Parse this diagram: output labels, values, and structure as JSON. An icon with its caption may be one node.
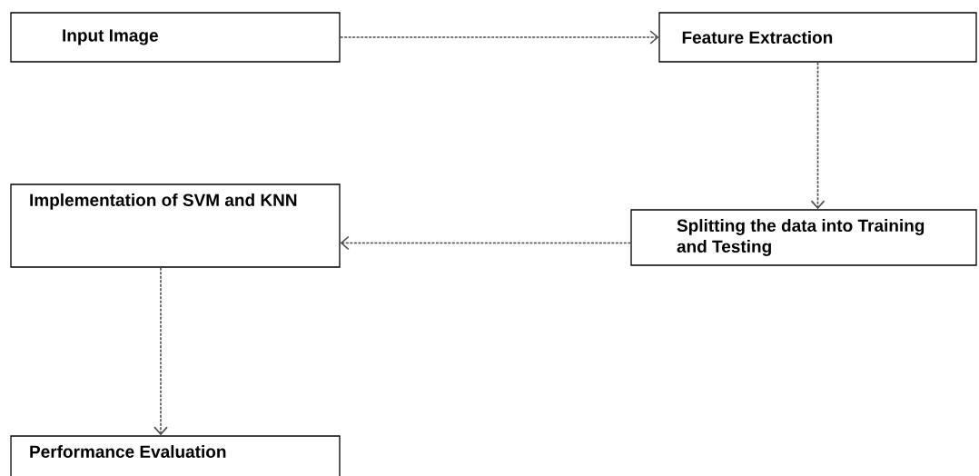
{
  "diagram": {
    "nodes": [
      {
        "text": [
          "Input Image"
        ]
      },
      {
        "text": [
          "Feature Extraction"
        ]
      },
      {
        "text": [
          "Splitting the data into Training and Testing"
        ]
      },
      {
        "text": [
          "Implementation of SVM and KNN"
        ]
      },
      {
        "text": [
          "Performance Evaluation"
        ]
      }
    ],
    "edges": [
      {
        "from": 0,
        "to": 1,
        "arrow": "to",
        "style": "dashed"
      },
      {
        "from": 1,
        "to": 2,
        "arrow": "to",
        "style": "dashed"
      },
      {
        "from": 2,
        "to": 3,
        "arrow": "to",
        "style": "dashed"
      },
      {
        "from": 3,
        "to": 4,
        "arrow": "to",
        "style": "dashed"
      }
    ]
  }
}
